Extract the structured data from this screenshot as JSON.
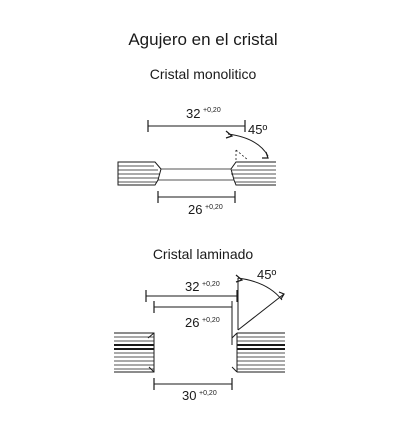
{
  "title": "Agujero en el cristal",
  "monolithic": {
    "subtitle": "Cristal monolitico",
    "top_dimension": "32",
    "top_tolerance": "+0,20",
    "bottom_dimension": "26",
    "bottom_tolerance": "+0,20",
    "angle": "45º"
  },
  "laminated": {
    "subtitle": "Cristal laminado",
    "outer_dimension": "32",
    "outer_tolerance": "+0,20",
    "inner_dimension": "26",
    "inner_tolerance": "+0,20",
    "bottom_dimension": "30",
    "bottom_tolerance": "+0,20",
    "angle": "45º"
  }
}
